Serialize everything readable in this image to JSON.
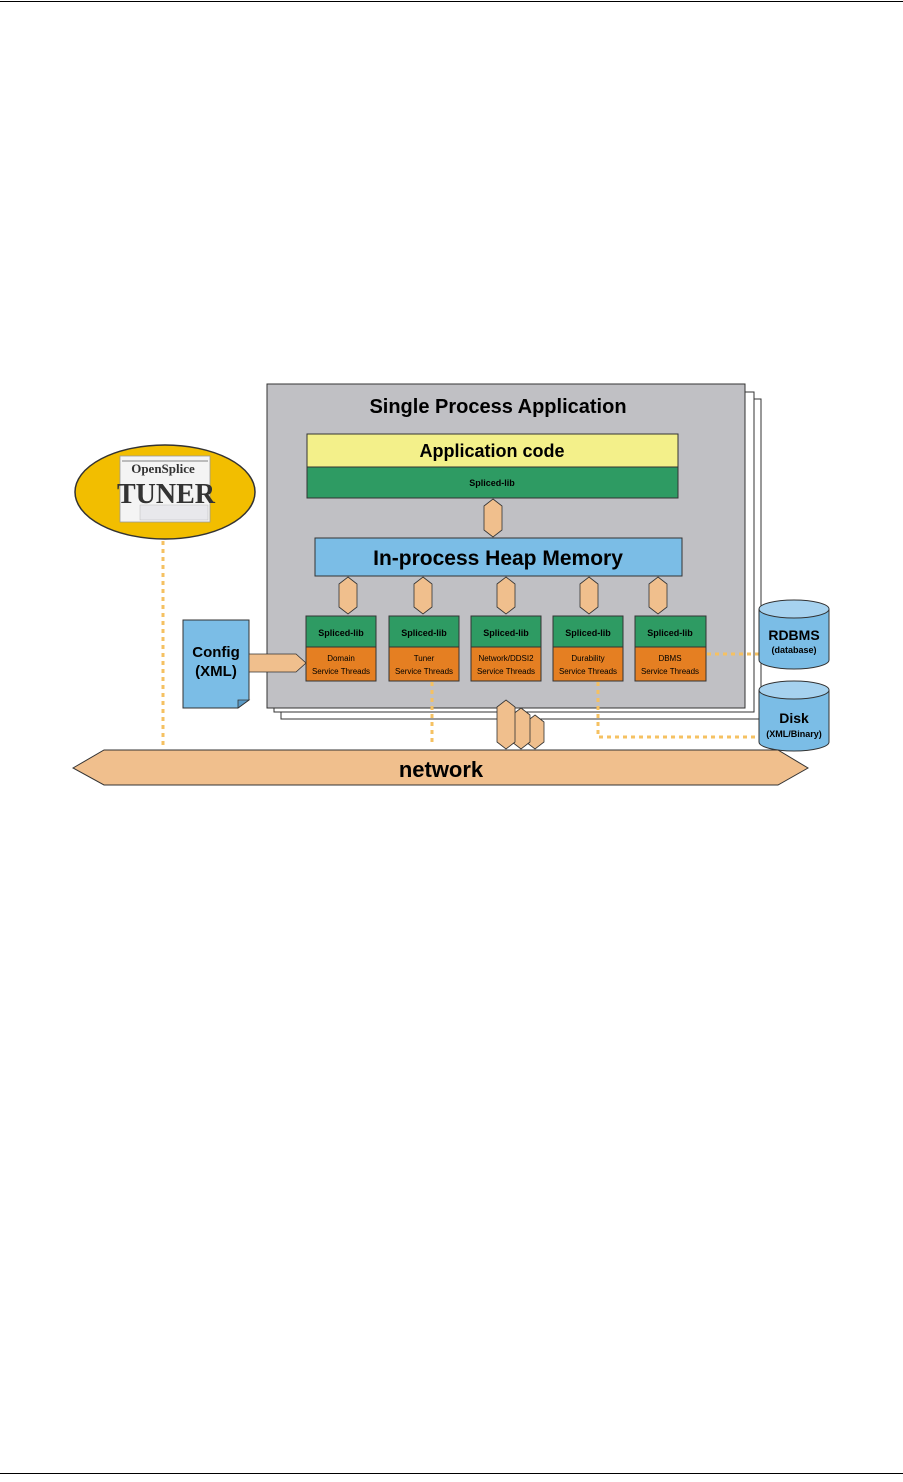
{
  "diagram": {
    "title": "Single Process Application",
    "application_code": "Application code",
    "top_lib": "Spliced-lib",
    "heap": "In-process Heap Memory",
    "services": [
      {
        "lib": "Spliced-lib",
        "line1": "Domain",
        "line2": "Service Threads"
      },
      {
        "lib": "Spliced-lib",
        "line1": "Tuner",
        "line2": "Service Threads"
      },
      {
        "lib": "Spliced-lib",
        "line1": "Network/DDSI2",
        "line2": "Service Threads"
      },
      {
        "lib": "Spliced-lib",
        "line1": "Durability",
        "line2": "Service Threads"
      },
      {
        "lib": "Spliced-lib",
        "line1": "DBMS",
        "line2": "Service Threads"
      }
    ],
    "config": {
      "line1": "Config",
      "line2": "(XML)"
    },
    "tuner": {
      "brand": "OpenSplice",
      "name": "TUNER"
    },
    "rdbms": {
      "title": "RDBMS",
      "sub": "(database)"
    },
    "disk": {
      "title": "Disk",
      "sub": "(XML/Binary)"
    },
    "network": "network"
  },
  "colors": {
    "process_box": "#c0c0c4",
    "app_code": "#f3f08a",
    "lib_green": "#2e9b63",
    "heap_blue": "#7bbde6",
    "service_orange": "#e57f22",
    "arrow_peach": "#f0bf8d",
    "tuner_gold": "#f2be00",
    "dotted_line": "#f5c162"
  }
}
